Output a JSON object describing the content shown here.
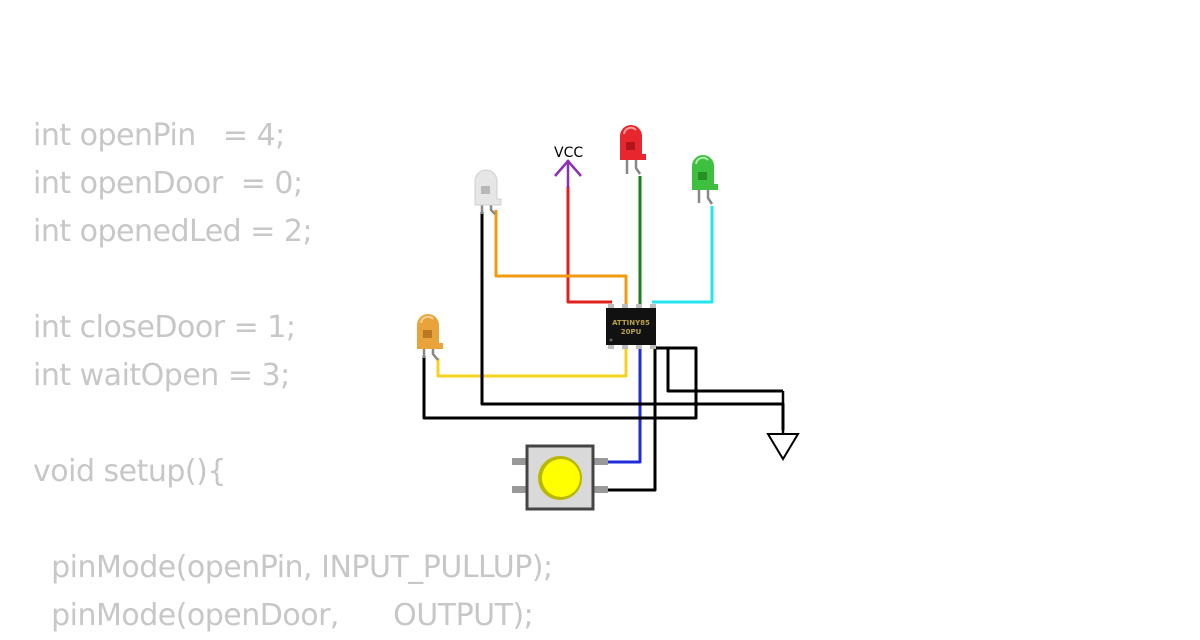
{
  "code_lines": [
    "int openPin   = 4;",
    "int openDoor  = 0;",
    "int openedLed = 2;",
    "",
    "int closeDoor = 1;",
    "int waitOpen = 3;",
    "",
    "void setup(){",
    "",
    "  pinMode(openPin, INPUT_PULLUP);",
    "  pinMode(openDoor,      OUTPUT);"
  ],
  "circuit": {
    "vcc_label": "VCC",
    "chip_line1": "ATTINY85",
    "chip_line2": "20PU",
    "colors": {
      "wire_red": "#e0201c",
      "wire_green": "#1e7d1e",
      "wire_cyan": "#22e5ef",
      "wire_orange": "#f29a10",
      "wire_yellow": "#f5d21f",
      "wire_blue": "#1f2ad8",
      "wire_black": "#000000",
      "vcc_arrow": "#8b2fb5",
      "led_red": "#e8262e",
      "led_green": "#3fbf3f",
      "led_white": "#e6e6e6",
      "led_orange": "#e8a33a",
      "button_cap": "#ffff00"
    },
    "icons": [
      "led-red-icon",
      "led-green-icon",
      "led-white-icon",
      "led-orange-icon",
      "vcc-arrow-icon",
      "ground-icon",
      "pushbutton-icon",
      "attiny85-chip-icon"
    ]
  }
}
